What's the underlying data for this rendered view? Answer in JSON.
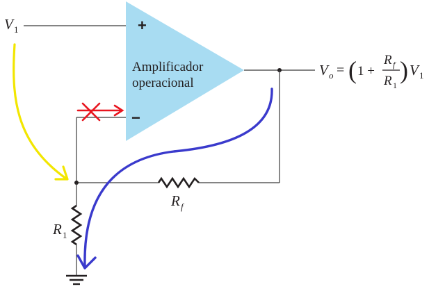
{
  "amplifier": {
    "title_line1": "Amplificador",
    "title_line2": "operacional",
    "plus": "+",
    "minus": "−",
    "fill": "#a8dcf2"
  },
  "labels": {
    "v1_main": "V",
    "v1_sub": "1",
    "rf_main": "R",
    "rf_sub": "f",
    "r1_main": "R",
    "r1_sub": "1"
  },
  "formula": {
    "vo_main": "V",
    "vo_sub": "o",
    "equals": "=",
    "open_paren": "(",
    "one_plus": "1 +",
    "frac_num_main": "R",
    "frac_num_sub": "f",
    "frac_den_main": "R",
    "frac_den_sub": "1",
    "close_paren": ")",
    "v_main": "V",
    "v_sub": "1"
  },
  "annotations": {
    "yellow": "#f2e600",
    "blue": "#3a3acc",
    "red": "#e8141e"
  }
}
